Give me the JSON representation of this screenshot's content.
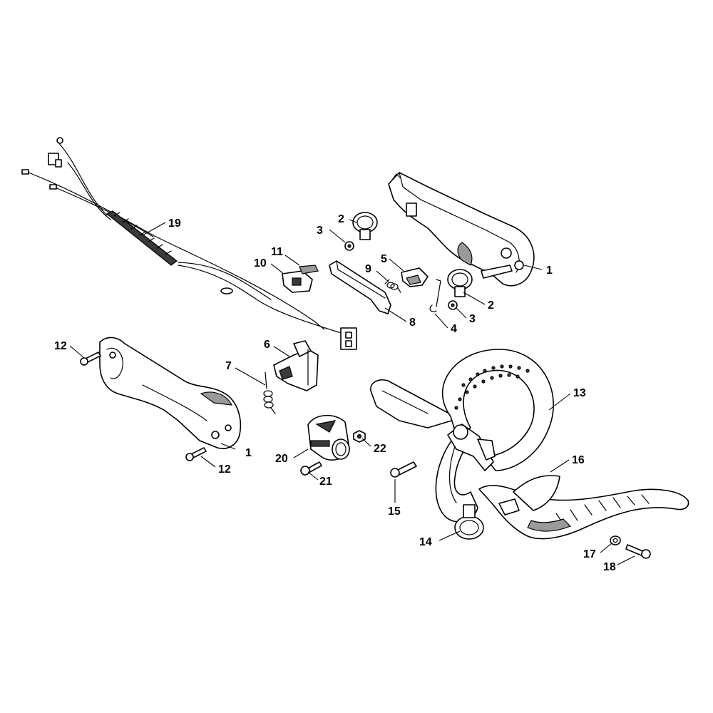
{
  "callouts": [
    {
      "id": "c1a",
      "label": "1"
    },
    {
      "id": "c1b",
      "label": "1"
    },
    {
      "id": "c2a",
      "label": "2"
    },
    {
      "id": "c2b",
      "label": "2"
    },
    {
      "id": "c3a",
      "label": "3"
    },
    {
      "id": "c3b",
      "label": "3"
    },
    {
      "id": "c4",
      "label": "4"
    },
    {
      "id": "c5",
      "label": "5"
    },
    {
      "id": "c6",
      "label": "6"
    },
    {
      "id": "c7",
      "label": "7"
    },
    {
      "id": "c8",
      "label": "8"
    },
    {
      "id": "c9",
      "label": "9"
    },
    {
      "id": "c10",
      "label": "10"
    },
    {
      "id": "c11",
      "label": "11"
    },
    {
      "id": "c12a",
      "label": "12"
    },
    {
      "id": "c12b",
      "label": "12"
    },
    {
      "id": "c13",
      "label": "13"
    },
    {
      "id": "c14",
      "label": "14"
    },
    {
      "id": "c15",
      "label": "15"
    },
    {
      "id": "c16",
      "label": "16"
    },
    {
      "id": "c17",
      "label": "17"
    },
    {
      "id": "c18",
      "label": "18"
    },
    {
      "id": "c19",
      "label": "19"
    },
    {
      "id": "c20",
      "label": "20"
    },
    {
      "id": "c21",
      "label": "21"
    },
    {
      "id": "c22",
      "label": "22"
    }
  ],
  "colors": {
    "line": "#000000",
    "shade": "#9a9a9a",
    "background": "#ffffff"
  }
}
